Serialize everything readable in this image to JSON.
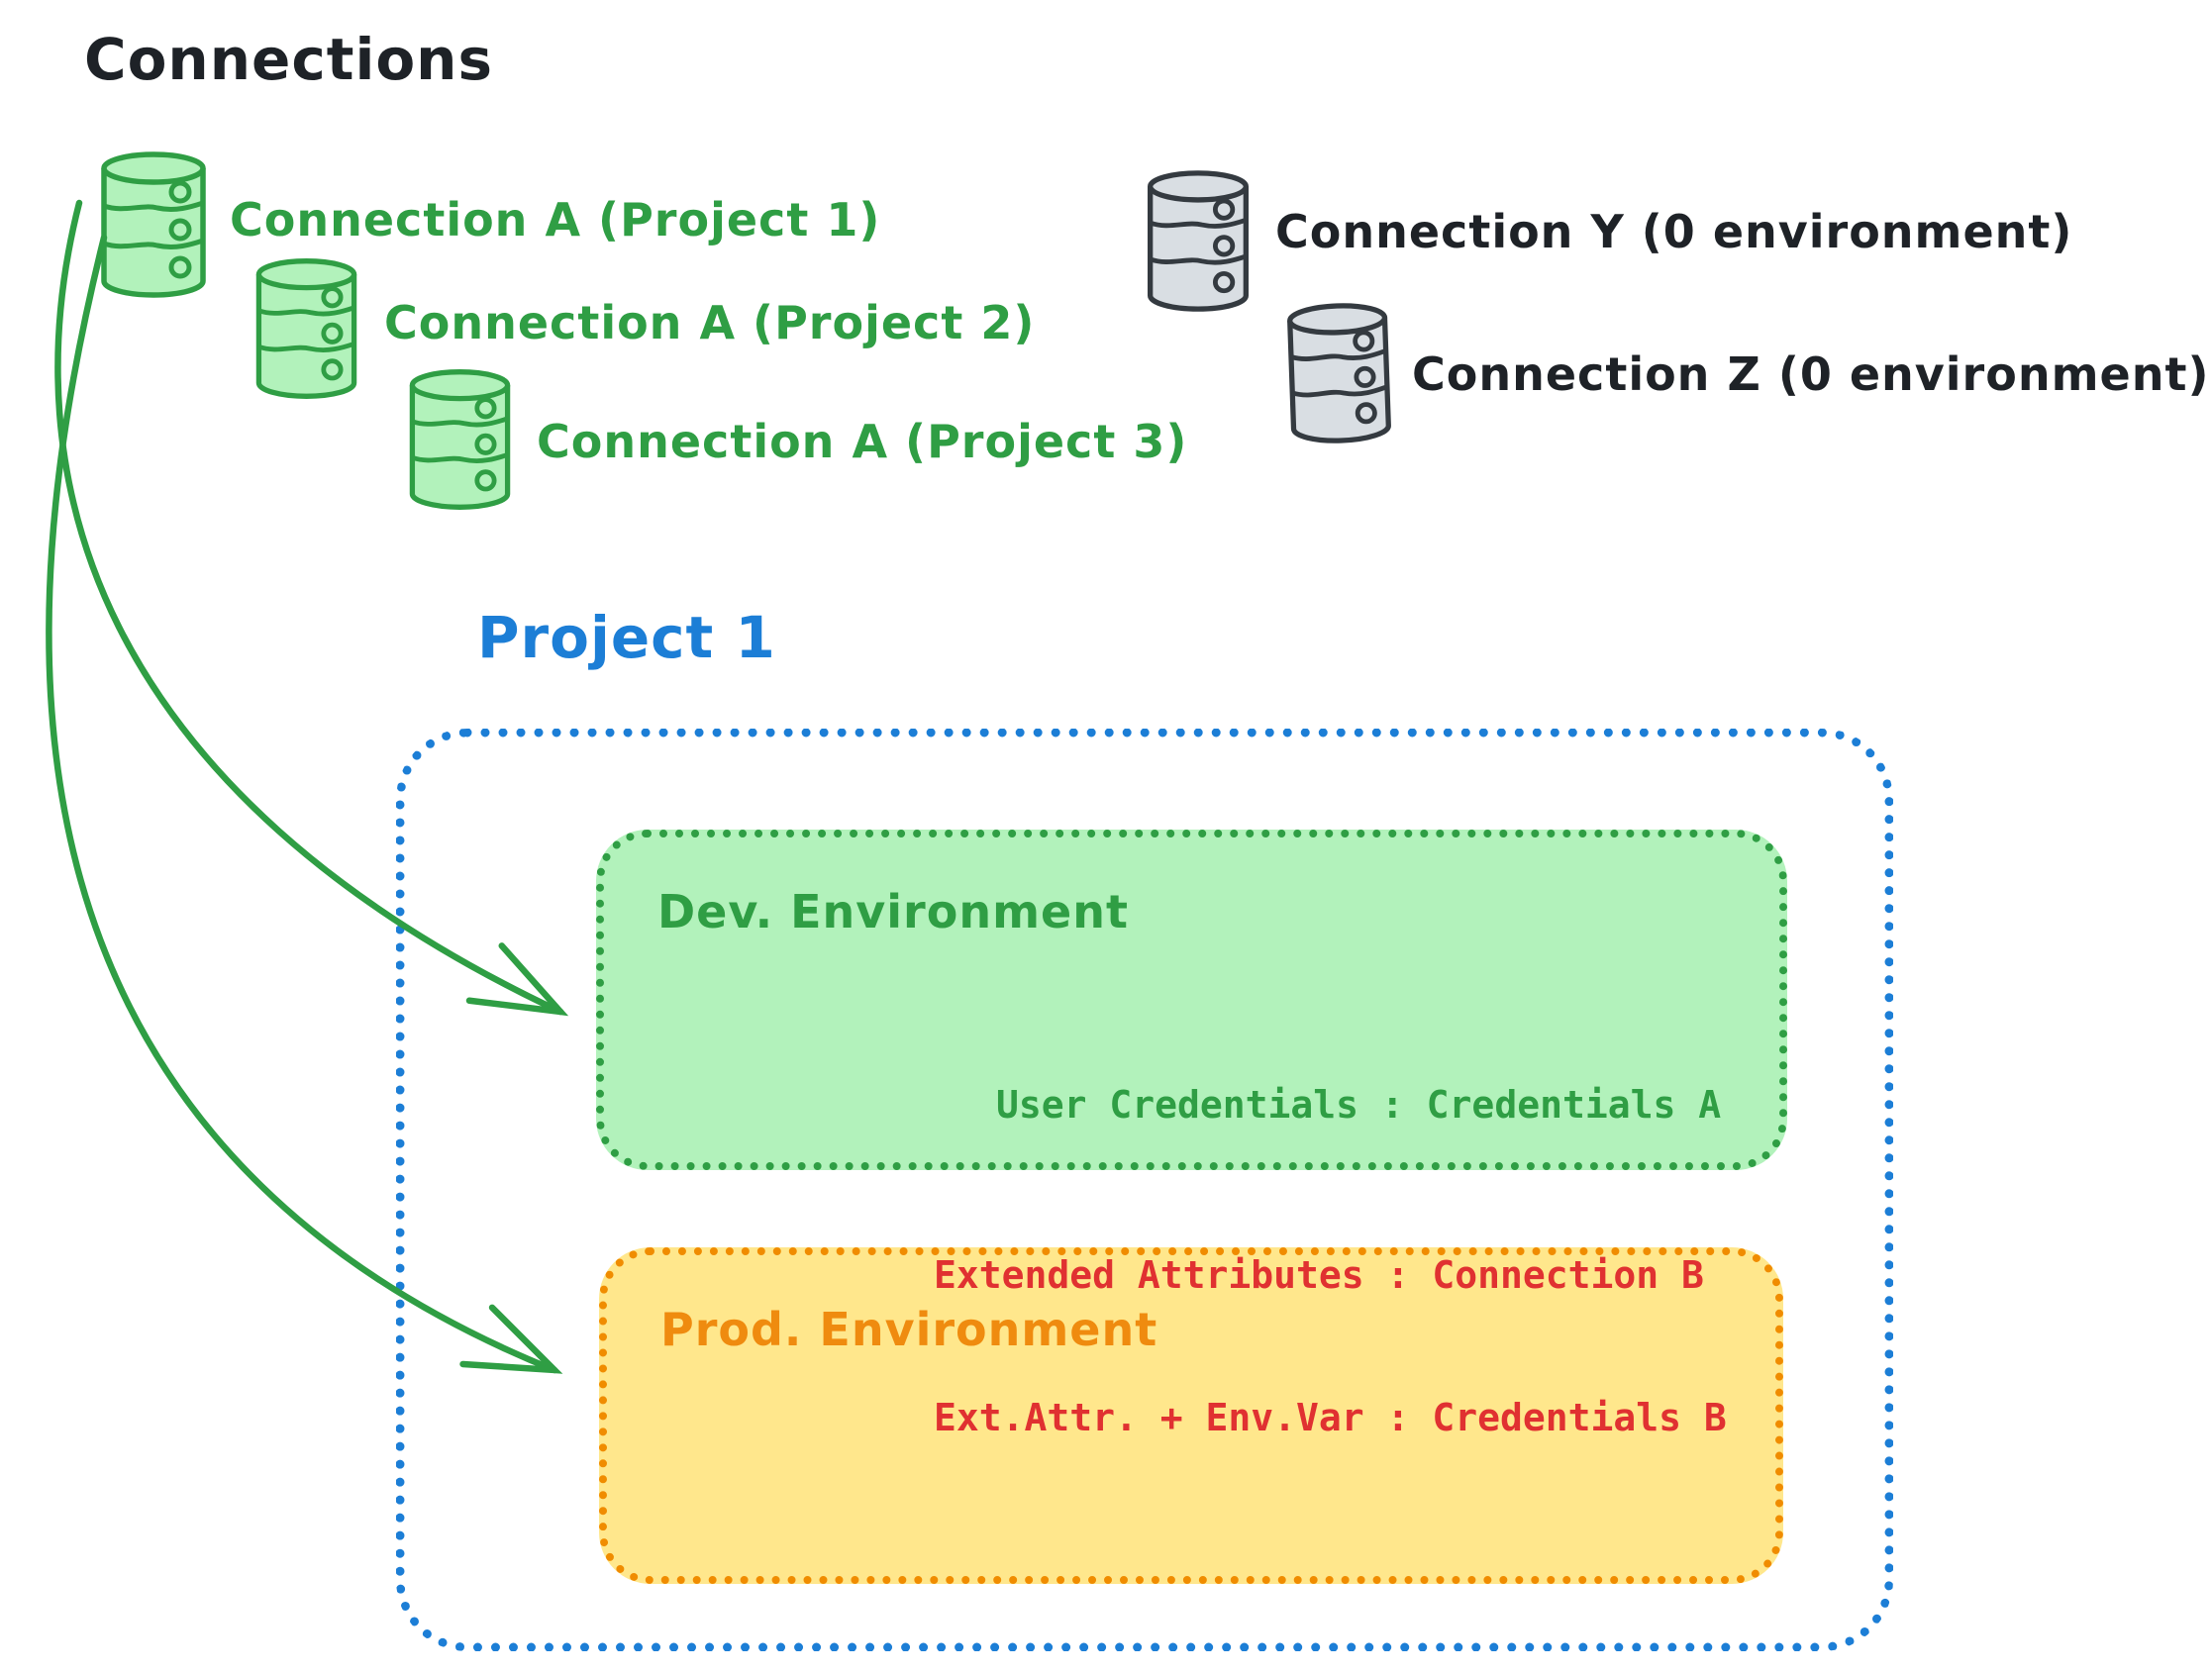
{
  "title": "Connections",
  "palette": {
    "ink": "#1e2227",
    "green_stroke": "#2f9e44",
    "green_fill": "#b2f2bb",
    "gray_stroke": "#343a40",
    "gray_fill": "#d9dee3",
    "blue": "#1c7ed6",
    "orange": "#f08c00",
    "yellow_fill": "#ffe78c",
    "red": "#e03131"
  },
  "connections": {
    "project_scoped": [
      {
        "icon": "database-icon",
        "label": "Connection A (Project 1)"
      },
      {
        "icon": "database-icon",
        "label": "Connection A (Project 2)"
      },
      {
        "icon": "database-icon",
        "label": "Connection A (Project 3)"
      }
    ],
    "unscoped": [
      {
        "icon": "database-icon",
        "label": "Connection Y (0 environment)"
      },
      {
        "icon": "database-icon",
        "label": "Connection Z (0 environment)"
      }
    ]
  },
  "project": {
    "title": "Project 1",
    "environments": {
      "dev": {
        "title": "Dev. Environment",
        "mapping": "User Credentials : Credentials A"
      },
      "prod": {
        "title": "Prod. Environment",
        "mappings": [
          "Extended Attributes : Connection B",
          "Ext.Attr. + Env.Var : Credentials B"
        ]
      }
    }
  }
}
